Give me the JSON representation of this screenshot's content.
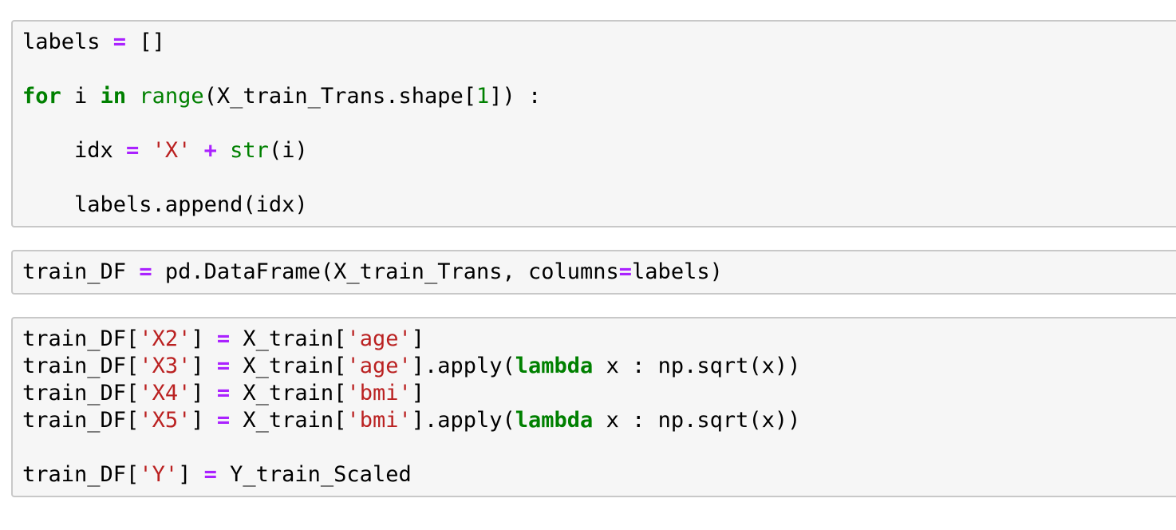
{
  "app": {
    "name": "Jupyter notebook code cells"
  },
  "colors": {
    "page_background": "#ffffff",
    "cell_background": "#f6f6f6",
    "cell_border": "#c8c8c8",
    "code_text": "#000000",
    "keyword": "#008000",
    "builtin": "#008000",
    "operator": "#AA22FF",
    "string": "#BA2121",
    "number": "#008000"
  },
  "token_legend": {
    "p": "plain",
    "kw": "keyword",
    "bi": "builtin",
    "op": "operator",
    "str": "string",
    "num": "number"
  },
  "cells": [
    {
      "type": "code",
      "lines": [
        [
          [
            "p",
            "labels "
          ],
          [
            "op",
            "="
          ],
          [
            "p",
            " []"
          ]
        ],
        [],
        [
          [
            "kw",
            "for"
          ],
          [
            "p",
            " i "
          ],
          [
            "kw",
            "in"
          ],
          [
            "p",
            " "
          ],
          [
            "bi",
            "range"
          ],
          [
            "p",
            "(X_train_Trans.shape["
          ],
          [
            "num",
            "1"
          ],
          [
            "p",
            "]) :"
          ]
        ],
        [],
        [
          [
            "p",
            "    idx "
          ],
          [
            "op",
            "="
          ],
          [
            "p",
            " "
          ],
          [
            "str",
            "'X'"
          ],
          [
            "p",
            " "
          ],
          [
            "op",
            "+"
          ],
          [
            "p",
            " "
          ],
          [
            "bi",
            "str"
          ],
          [
            "p",
            "(i)"
          ]
        ],
        [],
        [
          [
            "p",
            "    labels.append(idx)"
          ]
        ]
      ]
    },
    {
      "type": "code",
      "lines": [
        [
          [
            "p",
            "train_DF "
          ],
          [
            "op",
            "="
          ],
          [
            "p",
            " pd.DataFrame(X_train_Trans, columns"
          ],
          [
            "op",
            "="
          ],
          [
            "p",
            "labels)"
          ]
        ]
      ]
    },
    {
      "type": "code",
      "lines": [
        [
          [
            "p",
            "train_DF["
          ],
          [
            "str",
            "'X2'"
          ],
          [
            "p",
            "] "
          ],
          [
            "op",
            "="
          ],
          [
            "p",
            " X_train["
          ],
          [
            "str",
            "'age'"
          ],
          [
            "p",
            "]"
          ]
        ],
        [
          [
            "p",
            "train_DF["
          ],
          [
            "str",
            "'X3'"
          ],
          [
            "p",
            "] "
          ],
          [
            "op",
            "="
          ],
          [
            "p",
            " X_train["
          ],
          [
            "str",
            "'age'"
          ],
          [
            "p",
            "].apply("
          ],
          [
            "kw",
            "lambda"
          ],
          [
            "p",
            " x : np.sqrt(x))"
          ]
        ],
        [
          [
            "p",
            "train_DF["
          ],
          [
            "str",
            "'X4'"
          ],
          [
            "p",
            "] "
          ],
          [
            "op",
            "="
          ],
          [
            "p",
            " X_train["
          ],
          [
            "str",
            "'bmi'"
          ],
          [
            "p",
            "]"
          ]
        ],
        [
          [
            "p",
            "train_DF["
          ],
          [
            "str",
            "'X5'"
          ],
          [
            "p",
            "] "
          ],
          [
            "op",
            "="
          ],
          [
            "p",
            " X_train["
          ],
          [
            "str",
            "'bmi'"
          ],
          [
            "p",
            "].apply("
          ],
          [
            "kw",
            "lambda"
          ],
          [
            "p",
            " x : np.sqrt(x))"
          ]
        ],
        [],
        [
          [
            "p",
            "train_DF["
          ],
          [
            "str",
            "'Y'"
          ],
          [
            "p",
            "] "
          ],
          [
            "op",
            "="
          ],
          [
            "p",
            " Y_train_Scaled"
          ]
        ]
      ]
    }
  ]
}
